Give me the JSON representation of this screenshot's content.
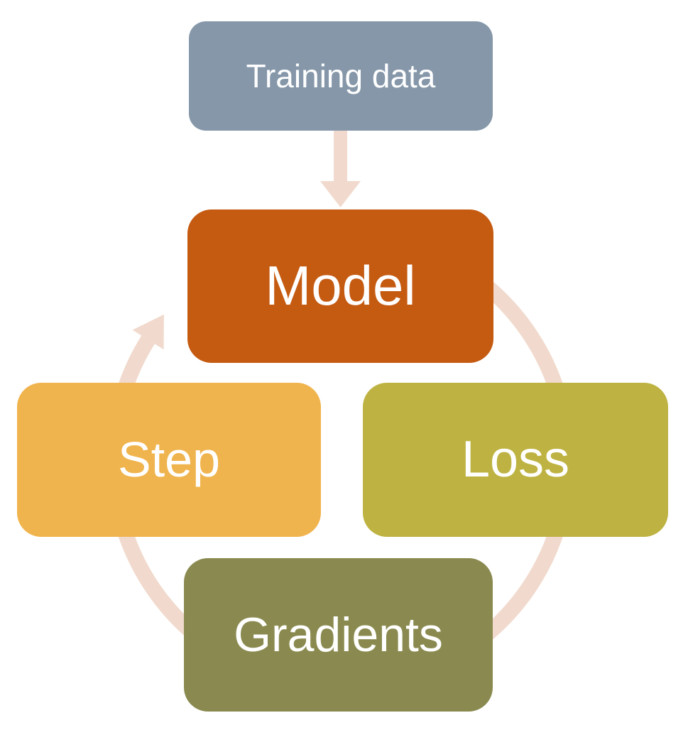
{
  "diagram": {
    "type": "cycle",
    "background": "#FFFFFF",
    "text_color": "#FFFFFF",
    "arrow_color": "#F1DACD",
    "nodes": {
      "training_data": {
        "label": "Training data",
        "color": "#8597A9"
      },
      "model": {
        "label": "Model",
        "color": "#C55A11"
      },
      "loss": {
        "label": "Loss",
        "color": "#BEB342"
      },
      "step": {
        "label": "Step",
        "color": "#F0B44E"
      },
      "gradients": {
        "label": "Gradients",
        "color": "#8A8A50"
      }
    },
    "edges": [
      {
        "from": "training_data",
        "to": "model",
        "type": "straight-down-arrow"
      },
      {
        "from": "model",
        "to": "loss",
        "type": "cycle-arc"
      },
      {
        "from": "loss",
        "to": "gradients",
        "type": "cycle-arc"
      },
      {
        "from": "gradients",
        "to": "step",
        "type": "cycle-arc"
      },
      {
        "from": "step",
        "to": "model",
        "type": "cycle-arc-arrowhead"
      }
    ]
  }
}
